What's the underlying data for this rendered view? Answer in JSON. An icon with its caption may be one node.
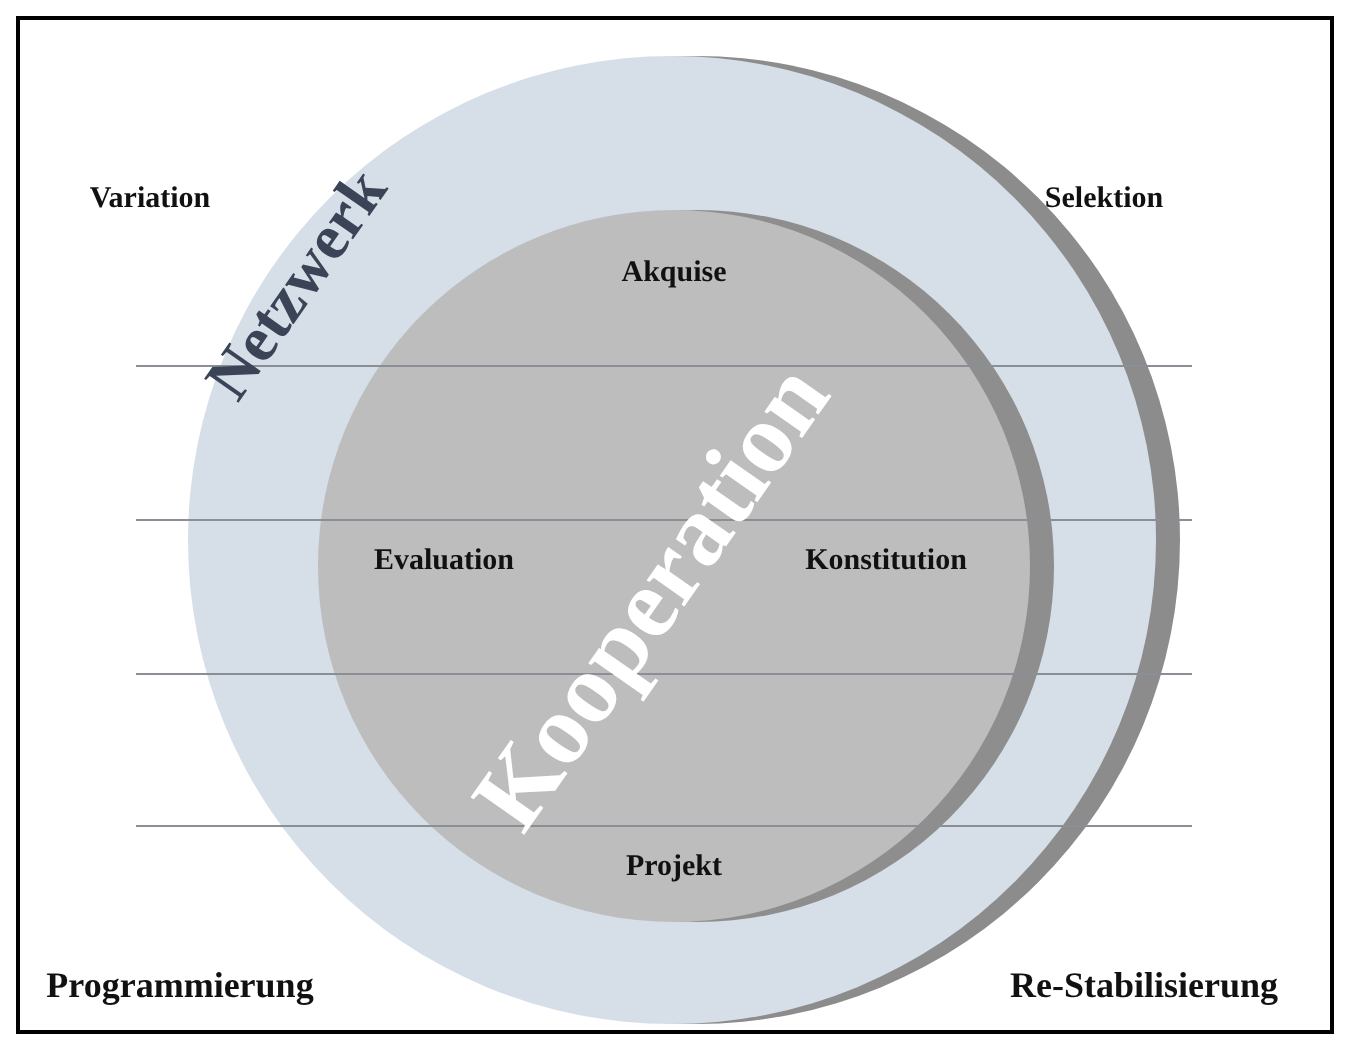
{
  "diagram": {
    "nodes": [
      {
        "text": [
          "Netzwerk"
        ]
      },
      {
        "text": [
          "Kooperation",
          "Akquise",
          "Evaluation",
          "Konstitution",
          "Projekt"
        ],
        "in": 0
      }
    ],
    "labels": [
      "Variation",
      "Selektion",
      "Programmierung",
      "Re-Stabilisierung"
    ]
  }
}
